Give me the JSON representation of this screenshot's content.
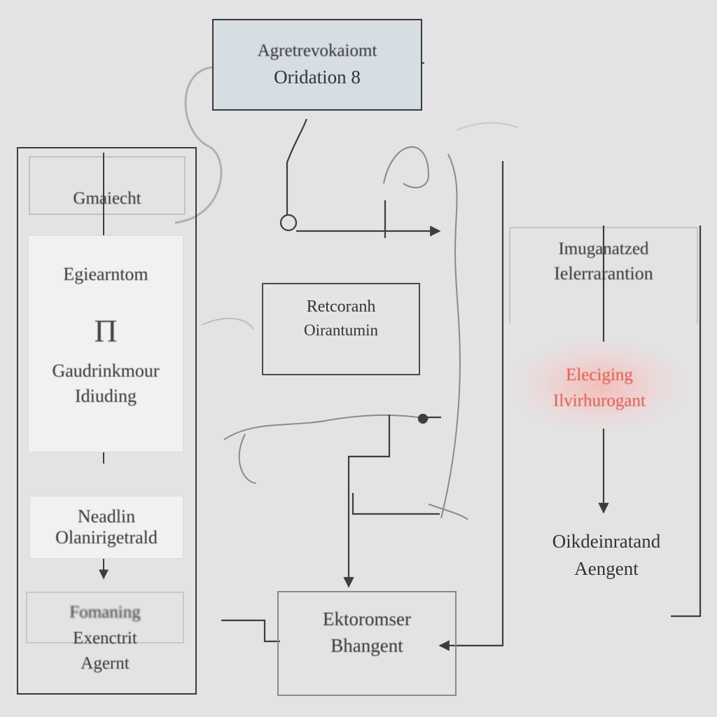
{
  "nodes": {
    "top": {
      "line1": "Agretrevokaiomt",
      "line2": "Oridation 8"
    },
    "left_panel": {
      "header": {
        "line1": "Gmaiecht"
      },
      "card": {
        "line1": "Egiearntom",
        "glyph": "Π",
        "line2": "Gaudrinkmour",
        "line3": "Idiuding"
      },
      "mid": {
        "line1": "Neadlin",
        "line2": "Olanirigetrald"
      },
      "bottom": {
        "line1": "Fomaning",
        "line2": "Exenctrit",
        "line3": "Agernt"
      }
    },
    "center": {
      "line1": "Retcoranh",
      "line2": "Oirantumin"
    },
    "bottom": {
      "line1": "Ektoromser",
      "line2": "Bhangent"
    },
    "right_upper": {
      "line1": "Imuganatzed",
      "line2": "Ielerrarantion"
    },
    "alert": {
      "line1": "Eleciging",
      "line2": "Ilvirhurogant"
    },
    "right_output": {
      "line1": "Oikdeinratand",
      "line2": "Aengent"
    }
  },
  "colors": {
    "background": "#e3e3e5",
    "top_box_fill": "#d6dde3",
    "line": "#3d3d3d",
    "alert_text": "#e0574c"
  }
}
